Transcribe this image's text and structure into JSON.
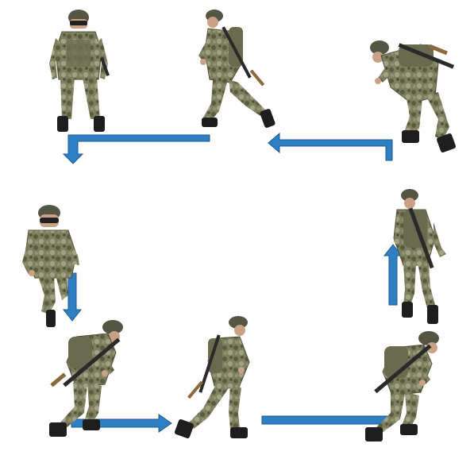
{
  "figure": {
    "description_visible_text": "",
    "colors": {
      "arrow_fill": "#2f7fc4",
      "arrow_edge": "#1d5a94",
      "camo_base": "#7d7f5f",
      "camo_dark": "#4f5238",
      "camo_light": "#a8a68a",
      "boot": "#1e1e1e",
      "helmet": "#555544",
      "rifle": "#2a2a2a",
      "rifle_wood": "#8a6a3c",
      "skin": "#c9a285"
    },
    "soldiers": [
      {
        "id": "soldier-standing-front",
        "pose": "standing-front"
      },
      {
        "id": "soldier-running-top-middle",
        "pose": "running-left"
      },
      {
        "id": "soldier-crouching-top-right",
        "pose": "crouch-left"
      },
      {
        "id": "soldier-crouch-front-left",
        "pose": "crouch-front"
      },
      {
        "id": "soldier-crouching-bottom-left",
        "pose": "crouch-right"
      },
      {
        "id": "soldier-running-bottom-middle",
        "pose": "running-right"
      },
      {
        "id": "soldier-crouching-bottom-right",
        "pose": "crouch-right"
      },
      {
        "id": "soldier-walking-away-right",
        "pose": "walking-away"
      }
    ],
    "arrows": [
      {
        "id": "arrow-top-right-to-middle",
        "direction": "left"
      },
      {
        "id": "arrow-top-middle-to-left",
        "direction": "left-then-down"
      },
      {
        "id": "arrow-left-down",
        "direction": "down"
      },
      {
        "id": "arrow-bottom-left-to-middle",
        "direction": "right"
      },
      {
        "id": "arrow-bottom-middle-to-right",
        "direction": "right-then-up"
      },
      {
        "id": "arrow-right-up",
        "direction": "up"
      }
    ]
  }
}
